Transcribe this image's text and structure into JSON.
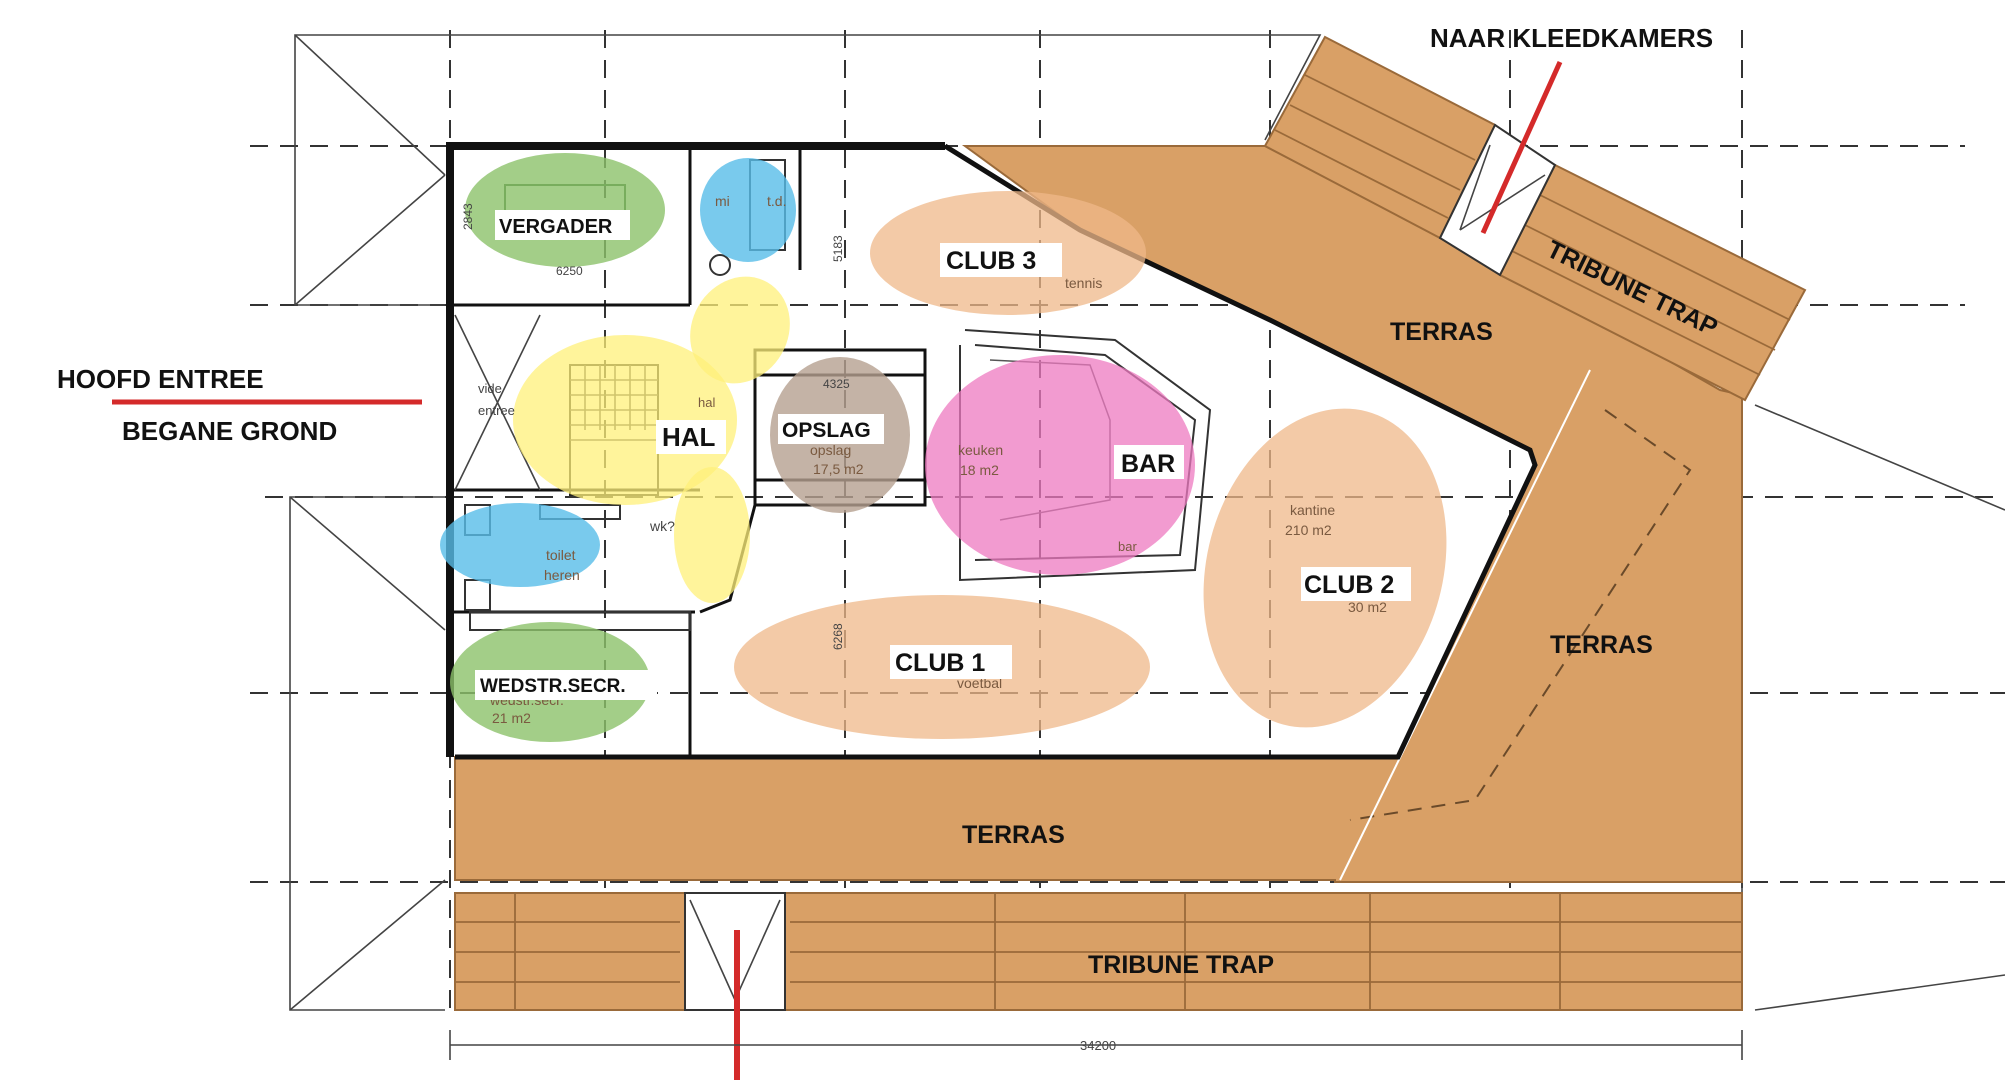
{
  "labels": {
    "naar_kleedkamers": "NAAR KLEEDKAMERS",
    "hoofd_entree": "HOOFD ENTREE",
    "begane_grond": "BEGANE GROND",
    "vergader": "VERGADER",
    "club3": "CLUB 3",
    "terras_top": "TERRAS",
    "tribune_trap_right": "TRIBUNE TRAP",
    "hal": "HAL",
    "opslag": "OPSLAG",
    "bar": "BAR",
    "club2": "CLUB 2",
    "terras_right": "TERRAS",
    "club1": "CLUB 1",
    "wedstr": "WEDSTR.SECR.",
    "terras_bottom": "TERRAS",
    "tribune_trap_bottom": "TRIBUNE TRAP"
  },
  "small_text": {
    "mi": "mi",
    "td": "t.d.",
    "dim_2843": "2843",
    "dim_6250": "6250",
    "tennis": "tennis",
    "dim_5183": "5183",
    "dim_4325": "4325",
    "vide": "vide",
    "entree": "entree",
    "hal_small": "hal",
    "opslag_small": "opslag",
    "opslag_area": "17,5 m2",
    "keuken": "keuken",
    "keuken_area": "18 m2",
    "bar_small": "bar",
    "kantine": "kantine",
    "kantine_area": "210 m2",
    "club2_area": "30 m2",
    "toilet": "toilet",
    "heren": "heren",
    "wk": "wk?",
    "voetbal": "voetbal",
    "dim_6268": "6268",
    "wedstr_small": "wedstr.secr.",
    "wedstr_area": "21 m2",
    "dim_34200": "34200"
  },
  "colors": {
    "wood": "#d9a066",
    "green_zone": "#8cc26a",
    "blue_zone": "#58bde8",
    "yellow_zone": "#fff07a",
    "brown_zone": "#b5a090",
    "pink_zone": "#ee7ac0",
    "peach_zone": "#efb88a",
    "marker_red": "#d42a2a"
  }
}
